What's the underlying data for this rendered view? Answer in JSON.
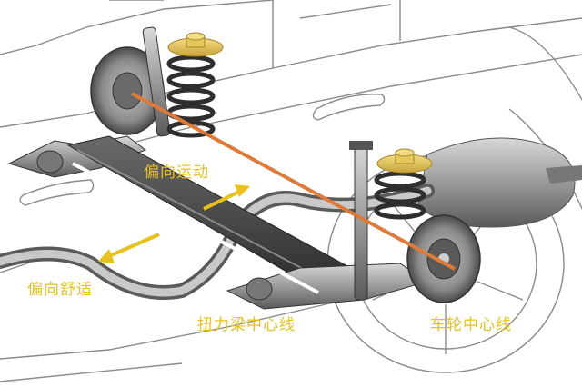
{
  "labels": {
    "bias_motion": "偏向运动",
    "bias_comfort": "偏向舒适",
    "beam_centerline": "扭力梁中心线",
    "wheel_centerline": "车轮中心线"
  },
  "colors": {
    "label_text": "#e8c21a",
    "wheel_centerline_line": "#e07a38",
    "beam_centerline_line": "#ffffff",
    "arrow": "#e8c21a",
    "spring_seat": "#e6c75a",
    "body_outline": "#8a8a8a",
    "metal": "#9a9a9a",
    "metal_dark": "#3c3c3c"
  },
  "icons": {
    "arrow_up_right": "arrow-up-right-icon",
    "arrow_down_left": "arrow-down-left-icon"
  }
}
